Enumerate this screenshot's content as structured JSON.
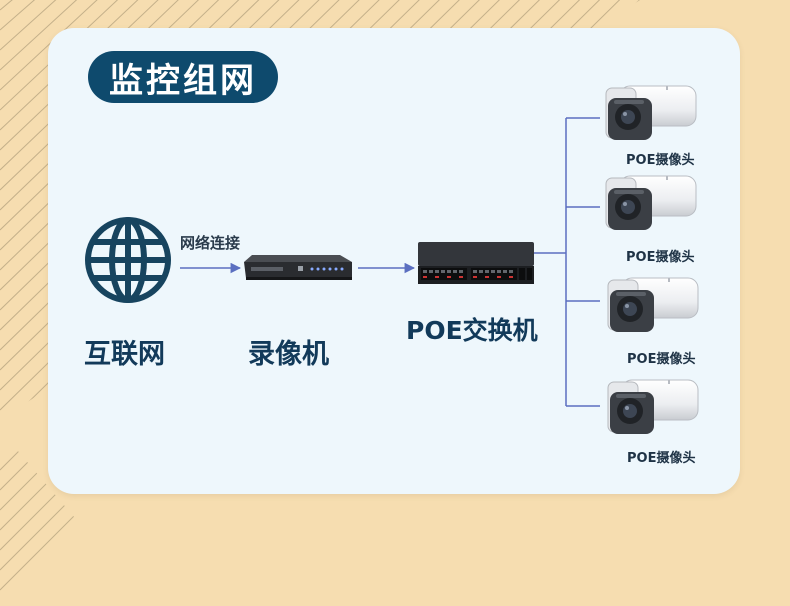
{
  "title": "监控组网",
  "nodes": {
    "internet": "互联网",
    "recorder": "录像机",
    "switch": "POE交换机"
  },
  "link_label": "网络连接",
  "cameras": [
    {
      "label": "POE摄像头"
    },
    {
      "label": "POE摄像头"
    },
    {
      "label": "POE摄像头"
    },
    {
      "label": "POE摄像头"
    }
  ],
  "colors": {
    "background": "#f6ddb0",
    "card": "#eef7fc",
    "title_pill": "#0e4a6d",
    "line": "#5b6fc0",
    "text": "#123a5a"
  },
  "icons": [
    "globe-icon",
    "nvr-icon",
    "switch-icon",
    "camera-icon"
  ]
}
